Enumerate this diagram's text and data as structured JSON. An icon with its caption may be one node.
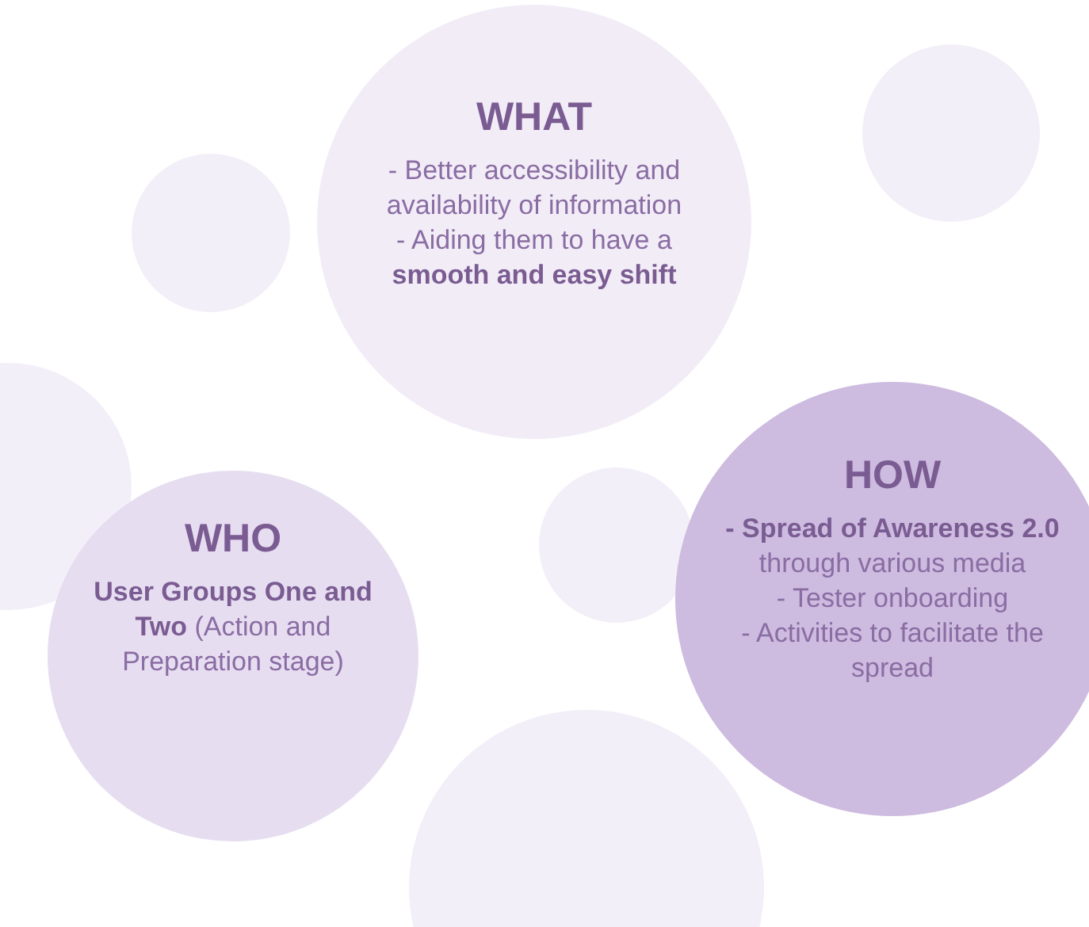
{
  "diagram": {
    "nodes": [
      {
        "text": [
          "WHAT",
          "- Better accessibility and availability of information",
          "- Aiding them to have a **smooth and easy shift**"
        ]
      },
      {
        "text": [
          "WHO",
          "**User Groups One and Two** (Action and Preparation stage)"
        ]
      },
      {
        "text": [
          "HOW",
          "**- Spread of Awareness 2.0** through various media",
          "- Tester onboarding",
          "- Activities to facilitate the spread"
        ]
      },
      {
        "text": [],
        "shape": "circle"
      },
      {
        "text": [],
        "shape": "circle"
      },
      {
        "text": [],
        "shape": "circle"
      },
      {
        "text": [],
        "shape": "circle"
      },
      {
        "text": [],
        "shape": "circle"
      }
    ]
  }
}
